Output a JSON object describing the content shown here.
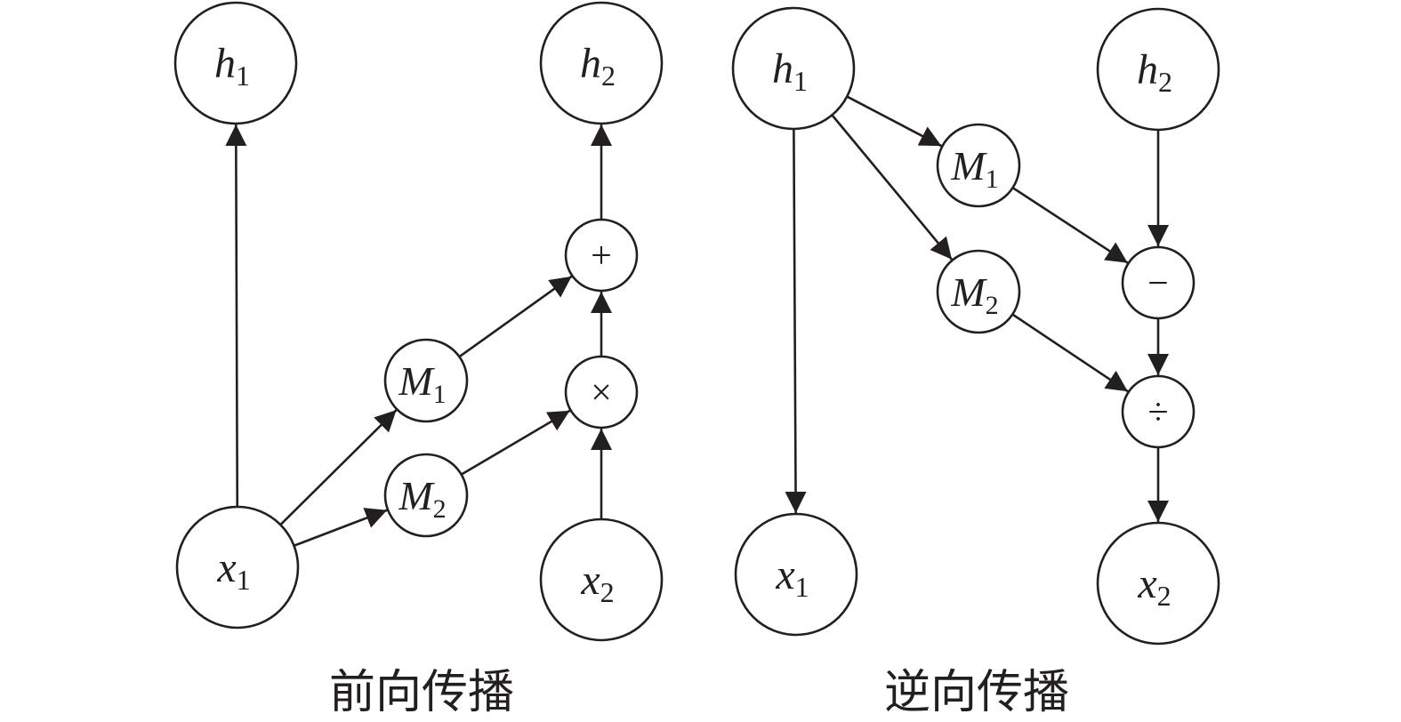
{
  "panels": [
    {
      "id": "forward",
      "caption": "前向传播",
      "nodes": [
        {
          "id": "h1",
          "var": "h",
          "sub": "1",
          "kind": "big"
        },
        {
          "id": "h2",
          "var": "h",
          "sub": "2",
          "kind": "big"
        },
        {
          "id": "plus",
          "op": "+",
          "kind": "op"
        },
        {
          "id": "times",
          "op": "×",
          "kind": "op"
        },
        {
          "id": "M1",
          "var": "M",
          "sub": "1",
          "kind": "mid"
        },
        {
          "id": "M2",
          "var": "M",
          "sub": "2",
          "kind": "mid"
        },
        {
          "id": "x1",
          "var": "x",
          "sub": "1",
          "kind": "big"
        },
        {
          "id": "x2",
          "var": "x",
          "sub": "2",
          "kind": "big"
        }
      ],
      "edges": [
        {
          "from": "x1",
          "to": "h1"
        },
        {
          "from": "x1",
          "to": "M1"
        },
        {
          "from": "x1",
          "to": "M2"
        },
        {
          "from": "M1",
          "to": "plus"
        },
        {
          "from": "M2",
          "to": "times"
        },
        {
          "from": "x2",
          "to": "times"
        },
        {
          "from": "times",
          "to": "plus"
        },
        {
          "from": "plus",
          "to": "h2"
        }
      ]
    },
    {
      "id": "backward",
      "caption": "逆向传播",
      "nodes": [
        {
          "id": "h1",
          "var": "h",
          "sub": "1",
          "kind": "big"
        },
        {
          "id": "h2",
          "var": "h",
          "sub": "2",
          "kind": "big"
        },
        {
          "id": "M1",
          "var": "M",
          "sub": "1",
          "kind": "mid"
        },
        {
          "id": "M2",
          "var": "M",
          "sub": "2",
          "kind": "mid"
        },
        {
          "id": "minus",
          "op": "−",
          "kind": "op"
        },
        {
          "id": "divide",
          "op": "÷",
          "kind": "op"
        },
        {
          "id": "x1",
          "var": "x",
          "sub": "1",
          "kind": "big"
        },
        {
          "id": "x2",
          "var": "x",
          "sub": "2",
          "kind": "big"
        }
      ],
      "edges": [
        {
          "from": "h1",
          "to": "x1"
        },
        {
          "from": "h1",
          "to": "M1"
        },
        {
          "from": "h1",
          "to": "M2"
        },
        {
          "from": "M1",
          "to": "minus"
        },
        {
          "from": "h2",
          "to": "minus"
        },
        {
          "from": "minus",
          "to": "divide"
        },
        {
          "from": "M2",
          "to": "divide"
        },
        {
          "from": "divide",
          "to": "x2"
        }
      ]
    }
  ],
  "colors": {
    "stroke": "#231f20",
    "fill": "#ffffff"
  }
}
